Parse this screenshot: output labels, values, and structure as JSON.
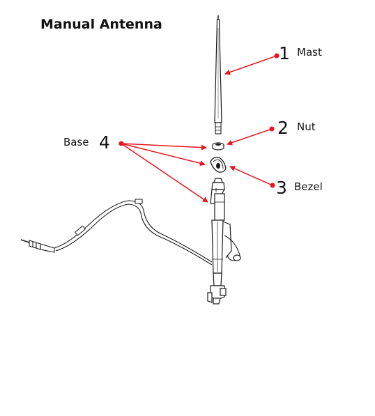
{
  "title": "Manual Antenna",
  "callouts": [
    {
      "number": "1",
      "label": "Mast"
    },
    {
      "number": "2",
      "label": "Nut"
    },
    {
      "number": "3",
      "label": "Bezel"
    },
    {
      "number": "4",
      "label": "Base"
    }
  ],
  "colors": {
    "callout": "#e8141e",
    "line": "#1a1a1a",
    "background": "#ffffff"
  }
}
